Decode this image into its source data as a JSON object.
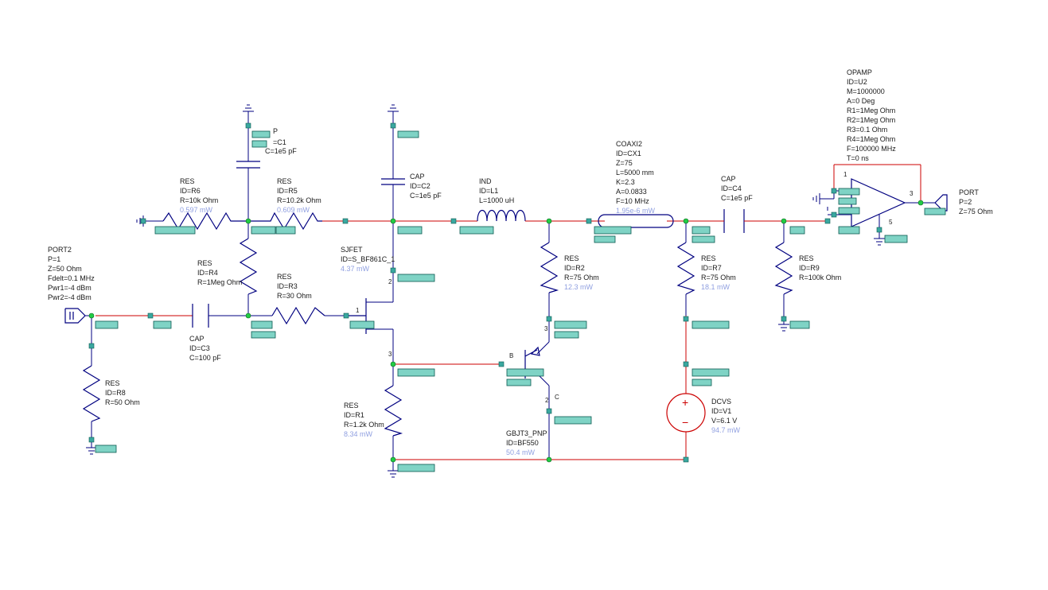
{
  "components": {
    "c1": {
      "type": "CAP",
      "id": "=C1",
      "value": "C=1e5 pF",
      "type_partial": "P"
    },
    "c2": {
      "type": "CAP",
      "id": "ID=C2",
      "value": "C=1e5 pF"
    },
    "c3": {
      "type": "CAP",
      "id": "ID=C3",
      "value": "C=100 pF"
    },
    "c4": {
      "type": "CAP",
      "id": "ID=C4",
      "value": "C=1e5 pF"
    },
    "r1": {
      "type": "RES",
      "id": "ID=R1",
      "value": "R=1.2k Ohm",
      "power": "8.34 mW"
    },
    "r2": {
      "type": "RES",
      "id": "ID=R2",
      "value": "R=75 Ohm",
      "power": "12.3 mW"
    },
    "r3": {
      "type": "RES",
      "id": "ID=R3",
      "value": "R=30 Ohm"
    },
    "r4": {
      "type": "RES",
      "id": "ID=R4",
      "value": "R=1Meg Ohm"
    },
    "r5": {
      "type": "RES",
      "id": "ID=R5",
      "value": "R=10.2k Ohm",
      "power": "0.609 mW"
    },
    "r6": {
      "type": "RES",
      "id": "ID=R6",
      "value": "R=10k Ohm",
      "power": "0.597 mW"
    },
    "r7": {
      "type": "RES",
      "id": "ID=R7",
      "value": "R=75 Ohm",
      "power": "18.1 mW"
    },
    "r8": {
      "type": "RES",
      "id": "ID=R8",
      "value": "R=50 Ohm"
    },
    "r9": {
      "type": "RES",
      "id": "ID=R9",
      "value": "R=100k Ohm"
    },
    "l1": {
      "type": "IND",
      "id": "ID=L1",
      "value": "L=1000 uH"
    },
    "sjfet": {
      "type": "SJFET",
      "id": "ID=S_BF861C_1",
      "power": "4.37 mW"
    },
    "gbjt": {
      "type": "GBJT3_PNP",
      "id": "ID=BF550",
      "power": "50.4 mW"
    },
    "coax": {
      "type": "COAXI2",
      "params": [
        "ID=CX1",
        "Z=75",
        "L=5000 mm",
        "K=2.3",
        "A=0.0833",
        "F=10 MHz"
      ],
      "power": "1.95e-6 mW"
    },
    "dcvs": {
      "type": "DCVS",
      "id": "ID=V1",
      "value": "V=6.1 V",
      "power": "94.7 mW"
    },
    "opamp": {
      "type": "OPAMP",
      "params": [
        "ID=U2",
        "M=1000000",
        "A=0 Deg",
        "R1=1Meg Ohm",
        "R2=1Meg Ohm",
        "R3=0.1 Ohm",
        "R4=1Meg Ohm",
        "F=100000 MHz",
        "T=0 ns"
      ]
    },
    "port1": {
      "type": "PORT",
      "params": [
        "P=2",
        "Z=75 Ohm"
      ]
    },
    "port2": {
      "type": "PORT2",
      "params": [
        "P=1",
        "Z=50 Ohm",
        "Fdelt=0.1 MHz",
        "Pwr1=-4 dBm",
        "Pwr2=-4 dBm"
      ]
    }
  },
  "pins": {
    "one": "1",
    "two": "2",
    "three": "3",
    "five": "5",
    "base": "B",
    "collector": "C",
    "plus": "+",
    "minus": "−"
  },
  "colors": {
    "wire": "#000080",
    "dc_wire": "#cc0000",
    "node": "#22cc44",
    "probe": "#7fd3c5",
    "power_text": "#8f9fe0"
  }
}
